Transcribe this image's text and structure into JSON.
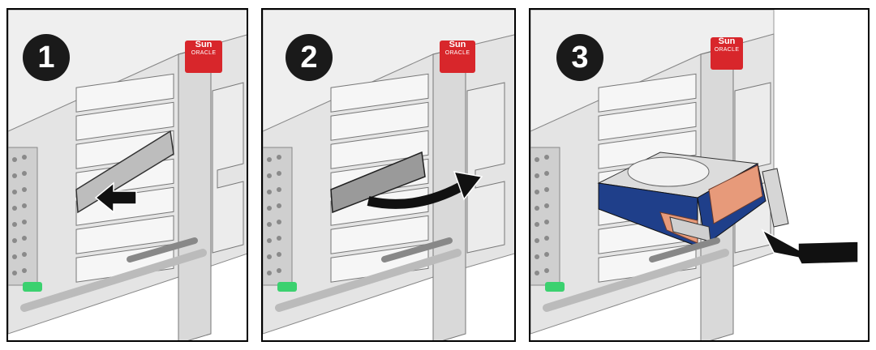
{
  "steps": [
    {
      "number": "1"
    },
    {
      "number": "2"
    },
    {
      "number": "3"
    }
  ],
  "brand": {
    "sun": "Sun",
    "oracle": "ORACLE"
  },
  "colors": {
    "chassis": "#e6e6e6",
    "chassis_shadow": "#bdbdbd",
    "outline": "#555555",
    "status_led": "#3bd16f",
    "drive_carrier": "#1f3f8a",
    "drive_copper": "#e79a7a",
    "arrow": "#111111",
    "brand_badge": "#d8262b"
  }
}
